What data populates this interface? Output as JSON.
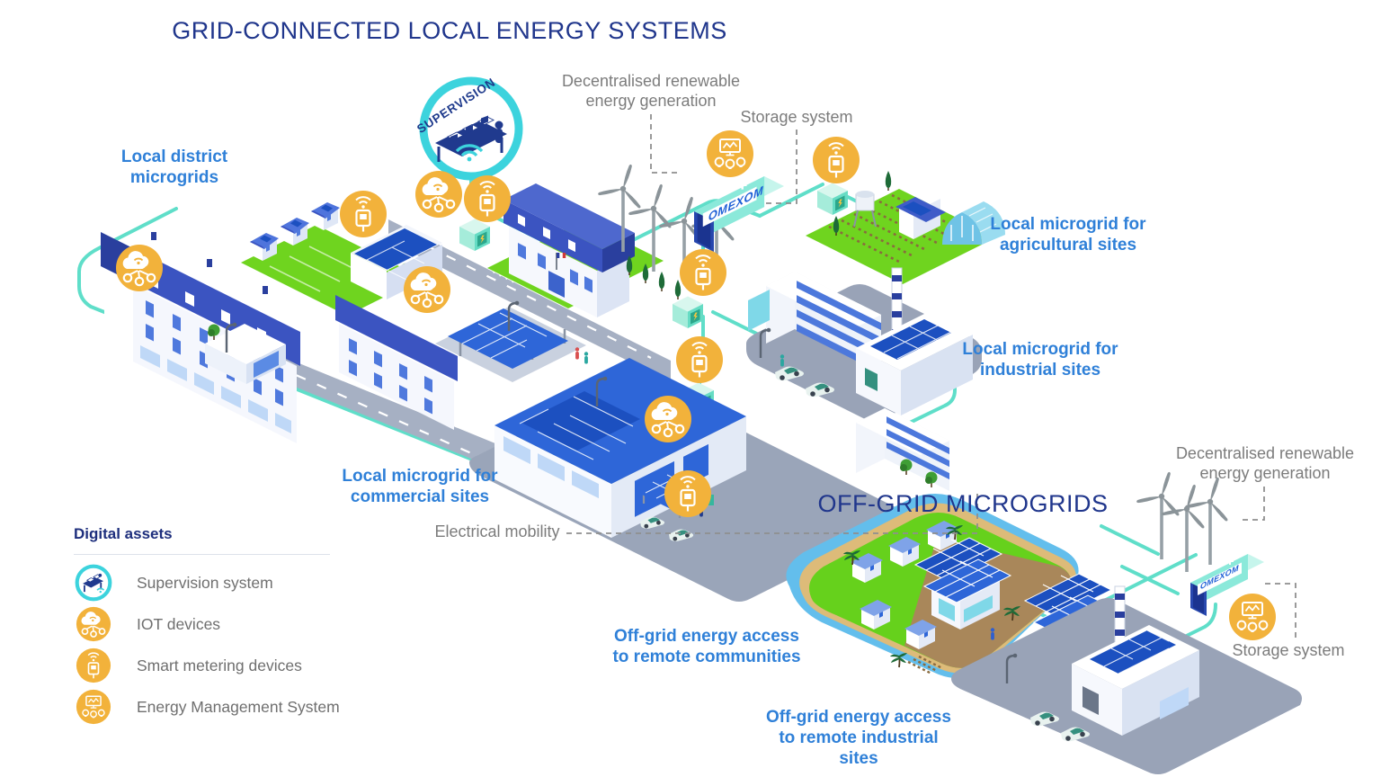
{
  "titles": {
    "grid_connected": "GRID-CONNECTED LOCAL ENERGY SYSTEMS",
    "off_grid": "OFF-GRID MICROGRIDS"
  },
  "annotations": {
    "decentralised_renewable_main": "Decentralised renewable energy generation",
    "storage_main": "Storage system",
    "electrical_mobility": "Electrical mobility",
    "decentralised_renewable_offgrid": "Decentralised renewable energy generation",
    "storage_offgrid": "Storage system"
  },
  "site_labels": {
    "district": "Local district microgrids",
    "agricultural": "Local microgrid for agricultural sites",
    "industrial": "Local microgrid for industrial sites",
    "commercial": "Local microgrid for commercial sites",
    "offgrid_communities": "Off-grid energy access to remote communities",
    "offgrid_industrial": "Off-grid energy access to remote industrial sites"
  },
  "badges": {
    "supervision": "SUPERVISION",
    "storage_brand": "OMEXOM"
  },
  "legend": {
    "title": "Digital assets",
    "items": [
      {
        "icon": "supervision-system-icon",
        "label": "Supervision system"
      },
      {
        "icon": "iot-devices-icon",
        "label": "IOT devices"
      },
      {
        "icon": "smart-metering-devices-icon",
        "label": "Smart metering devices"
      },
      {
        "icon": "energy-management-system-icon",
        "label": "Energy Management System"
      }
    ]
  },
  "colors": {
    "title_navy": "#20368C",
    "label_blue": "#2F80D8",
    "label_gray": "#7C7C7C",
    "grid_teal": "#5FDEC9",
    "supervision_cyan": "#3CD3DD",
    "icon_yellow": "#F2B23B",
    "solar_blue": "#1C50C0",
    "roof_blue": "#3B54C1",
    "lawn_green": "#6FD41F"
  }
}
